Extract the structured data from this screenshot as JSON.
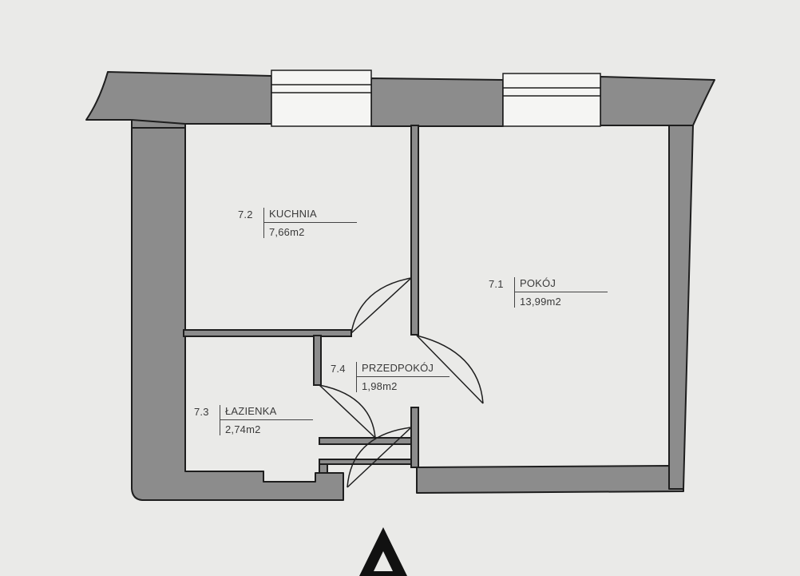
{
  "rooms": [
    {
      "number": "7.2",
      "name": "KUCHNIA",
      "area": "7,66m2"
    },
    {
      "number": "7.1",
      "name": "POKÓJ",
      "area": "13,99m2"
    },
    {
      "number": "7.4",
      "name": "PRZEDPOKÓJ",
      "area": "1,98m2"
    },
    {
      "number": "7.3",
      "name": "ŁAZIENKA",
      "area": "2,74m2"
    }
  ],
  "colors": {
    "wall_fill": "#8c8c8c",
    "wall_stroke": "#1e1e1e",
    "paper": "#eaeae8"
  },
  "icons": [
    "north-arrow-icon"
  ]
}
